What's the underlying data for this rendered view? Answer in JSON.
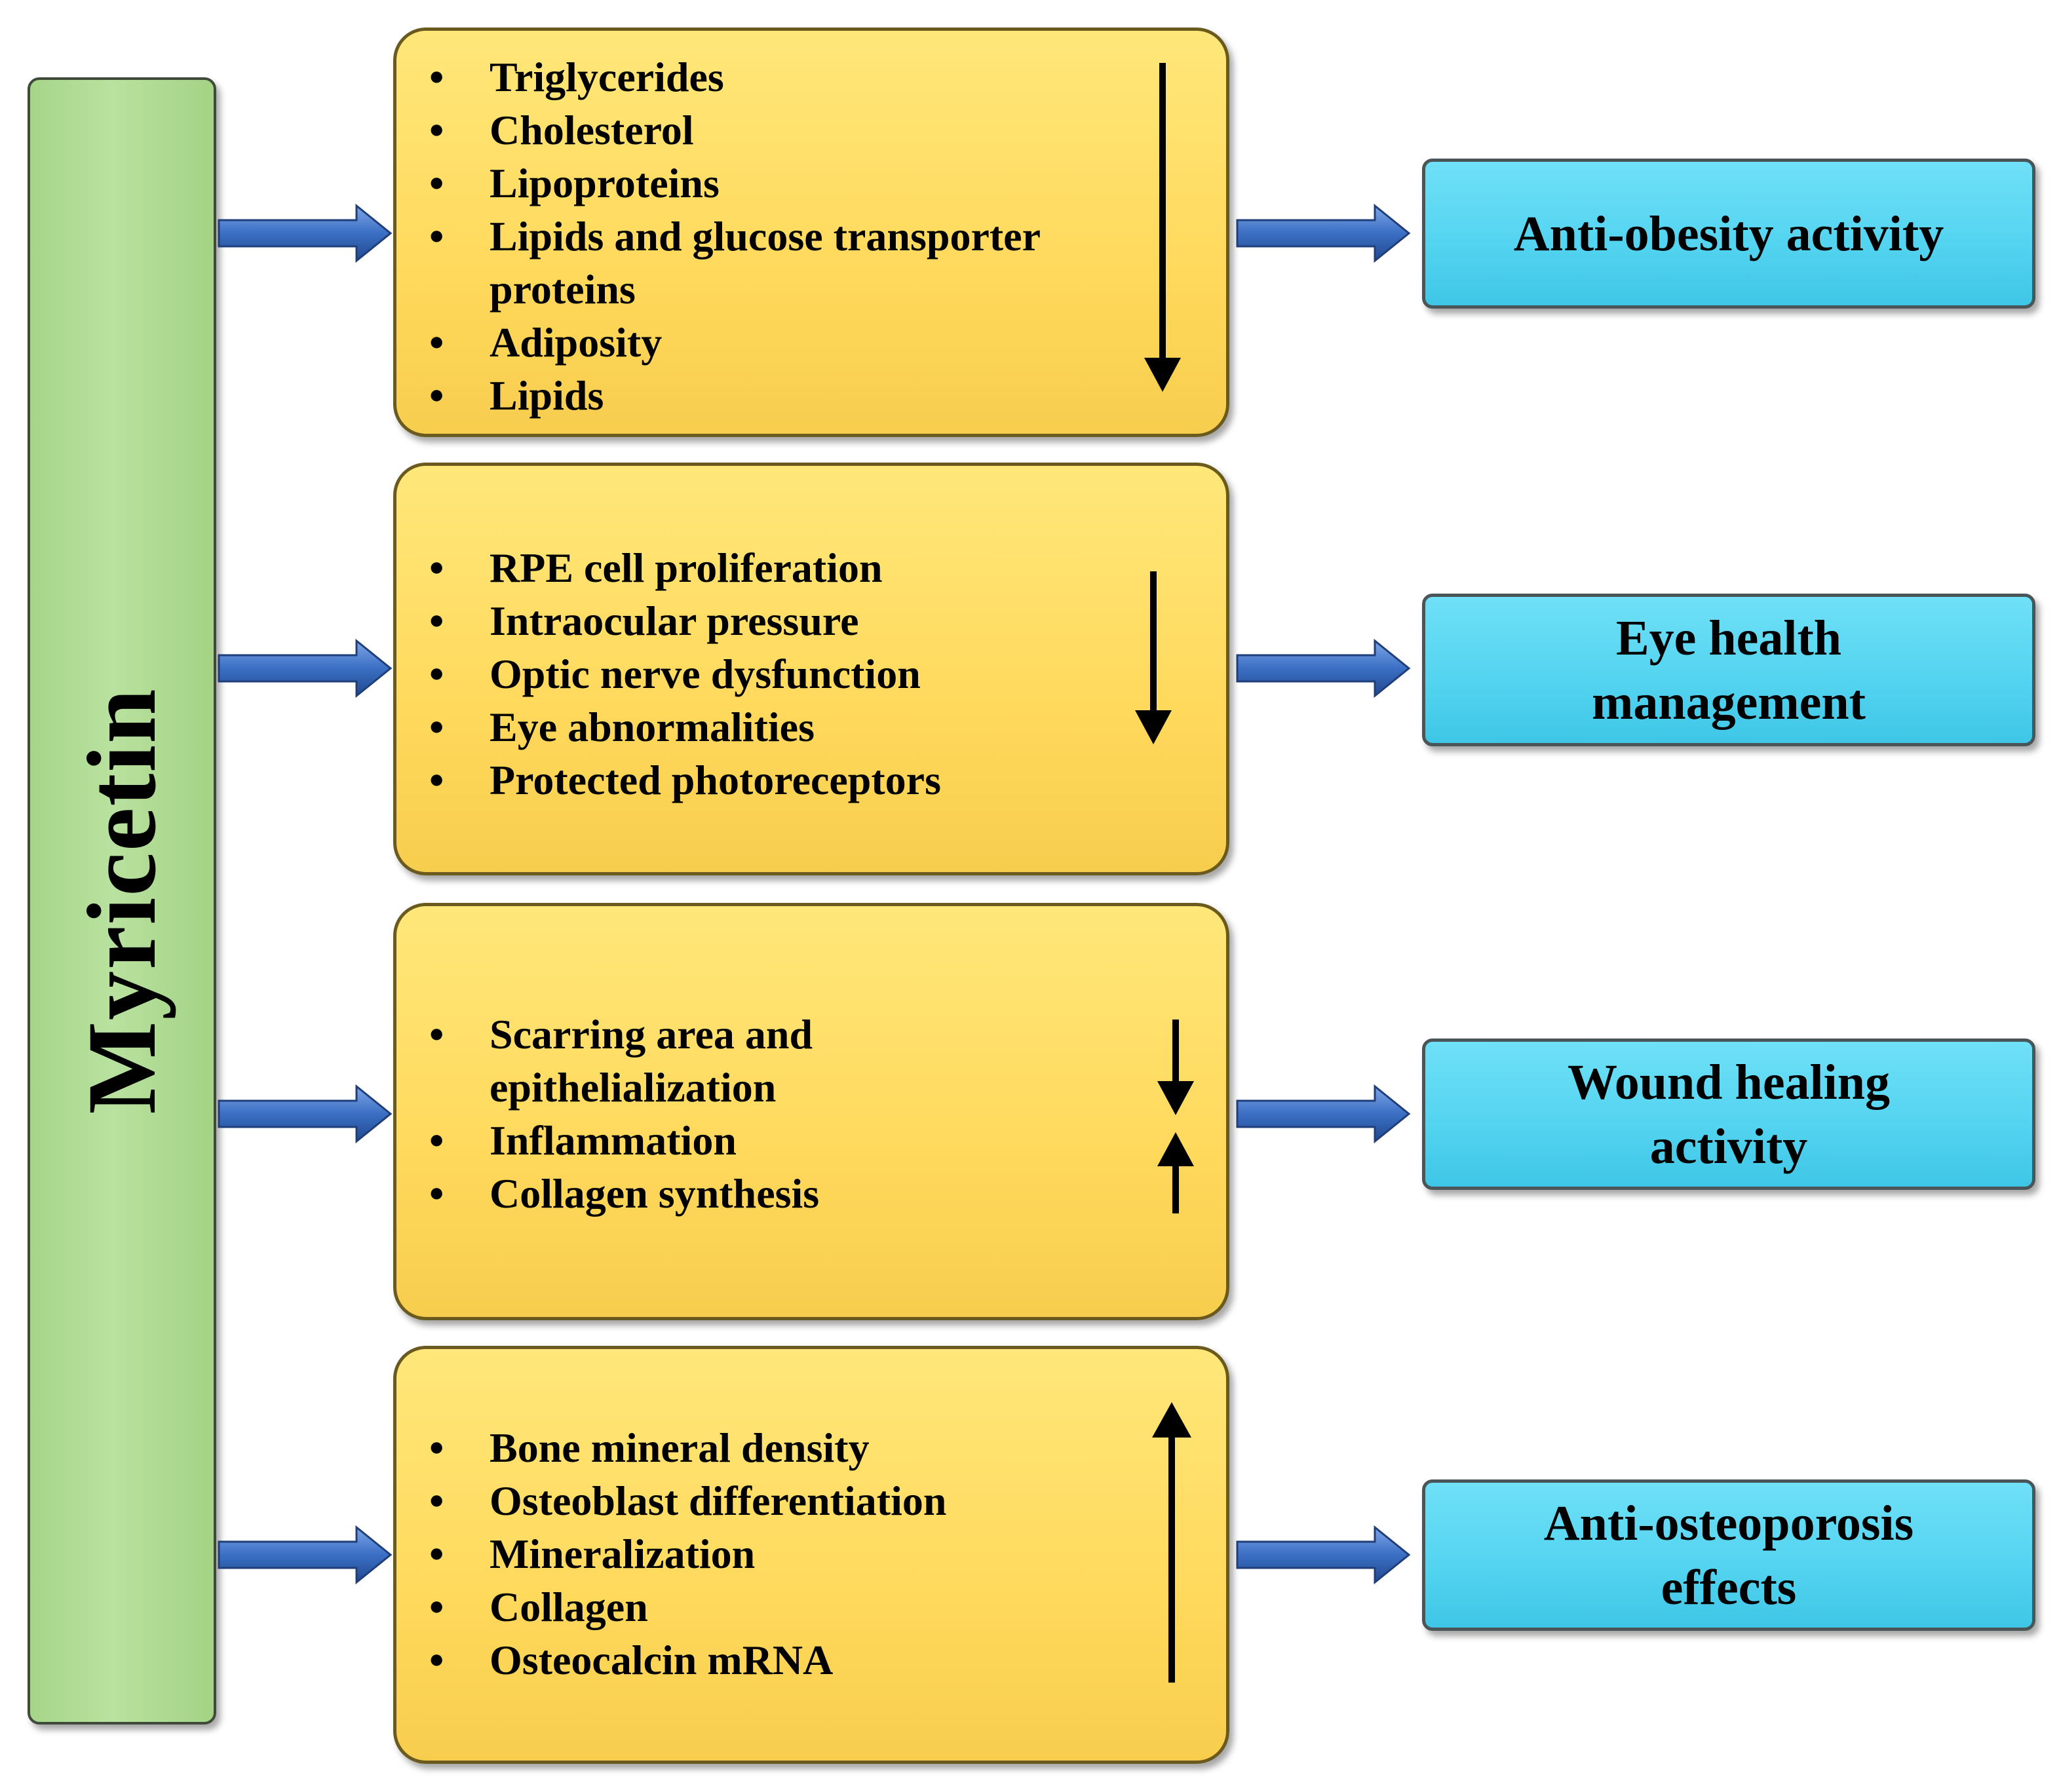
{
  "root": {
    "label": "Myricetin"
  },
  "groups": [
    {
      "effects": [
        "Triglycerides",
        "Cholesterol",
        "Lipoproteins",
        "Lipids and glucose transporter proteins",
        "Adiposity",
        "Lipids"
      ],
      "trend": "down",
      "outcome": "Anti-obesity activity"
    },
    {
      "effects": [
        "RPE cell proliferation",
        "Intraocular pressure",
        "Optic nerve dysfunction",
        "Eye abnormalities",
        "Protected photoreceptors"
      ],
      "trend": "down",
      "outcome": "Eye health management"
    },
    {
      "effects": [
        "Scarring area and epithelialization",
        "Inflammation",
        "Collagen synthesis"
      ],
      "trend": "down-up",
      "outcome": "Wound healing activity"
    },
    {
      "effects": [
        "Bone mineral density",
        "Osteoblast differentiation",
        "Mineralization",
        "Collagen",
        "Osteocalcin mRNA"
      ],
      "trend": "up",
      "outcome": "Anti-osteoporosis effects"
    }
  ],
  "colors": {
    "root_fill": "#b5df9a",
    "effect_fill": "#ffdf66",
    "outcome_fill": "#55d4f1",
    "connector_arrow": "#3b6fc4",
    "trend_arrow": "#000000"
  }
}
